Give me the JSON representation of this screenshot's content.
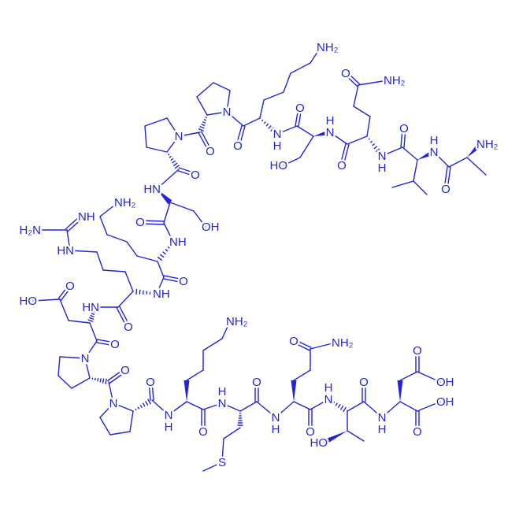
{
  "molecule": {
    "labels": {
      "NH2": "NH₂",
      "H2N": "H₂N",
      "O": "O",
      "N": "N",
      "H": "H",
      "NH": "NH",
      "HN": "HN",
      "OH": "OH",
      "HO": "HO",
      "S": "S"
    },
    "color": "#2323d8"
  }
}
